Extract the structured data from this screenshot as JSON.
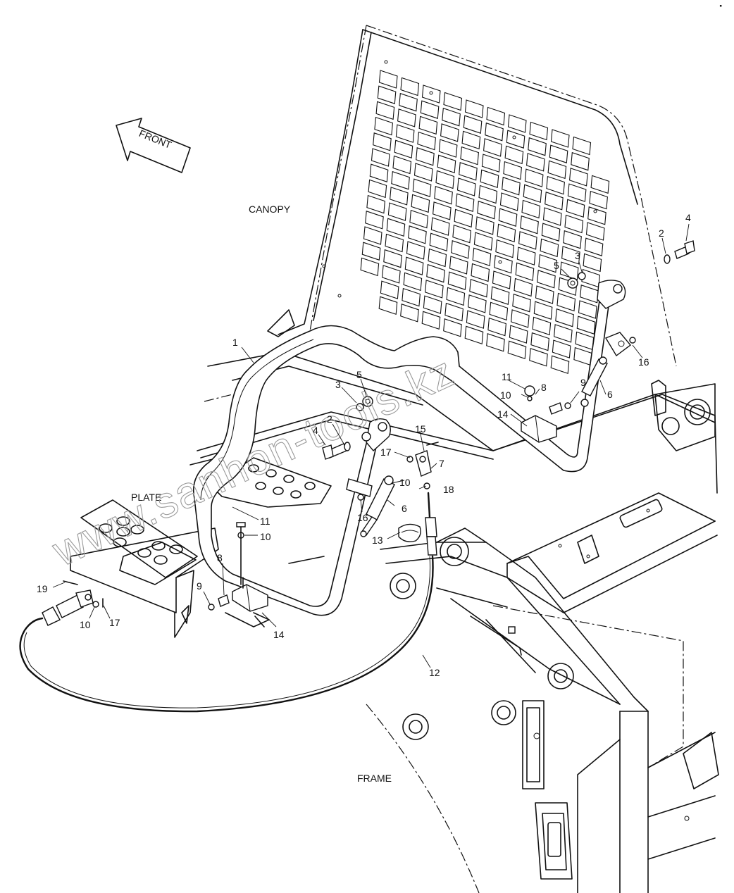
{
  "labels": {
    "front": "FRONT",
    "canopy": "CANOPY",
    "plate": "PLATE",
    "frame": "FRAME"
  },
  "watermark": "www.sanhon-tools.kz",
  "callouts": [
    {
      "id": "c1",
      "text": "1"
    },
    {
      "id": "c2a",
      "text": "2"
    },
    {
      "id": "c2b",
      "text": "2"
    },
    {
      "id": "c3a",
      "text": "3"
    },
    {
      "id": "c3b",
      "text": "3"
    },
    {
      "id": "c4a",
      "text": "4"
    },
    {
      "id": "c4b",
      "text": "4"
    },
    {
      "id": "c5a",
      "text": "5"
    },
    {
      "id": "c5b",
      "text": "5"
    },
    {
      "id": "c6a",
      "text": "6"
    },
    {
      "id": "c6b",
      "text": "6"
    },
    {
      "id": "c7",
      "text": "7"
    },
    {
      "id": "c8a",
      "text": "8"
    },
    {
      "id": "c8b",
      "text": "8"
    },
    {
      "id": "c9a",
      "text": "9"
    },
    {
      "id": "c9b",
      "text": "9"
    },
    {
      "id": "c10a",
      "text": "10"
    },
    {
      "id": "c10b",
      "text": "10"
    },
    {
      "id": "c10c",
      "text": "10"
    },
    {
      "id": "c10d",
      "text": "10"
    },
    {
      "id": "c11a",
      "text": "11"
    },
    {
      "id": "c11b",
      "text": "11"
    },
    {
      "id": "c12",
      "text": "12"
    },
    {
      "id": "c13",
      "text": "13"
    },
    {
      "id": "c14a",
      "text": "14"
    },
    {
      "id": "c14b",
      "text": "14"
    },
    {
      "id": "c15",
      "text": "15"
    },
    {
      "id": "c16a",
      "text": "16"
    },
    {
      "id": "c16b",
      "text": "16"
    },
    {
      "id": "c17a",
      "text": "17"
    },
    {
      "id": "c17b",
      "text": "17"
    },
    {
      "id": "c18",
      "text": "18"
    },
    {
      "id": "c19",
      "text": "19"
    }
  ]
}
